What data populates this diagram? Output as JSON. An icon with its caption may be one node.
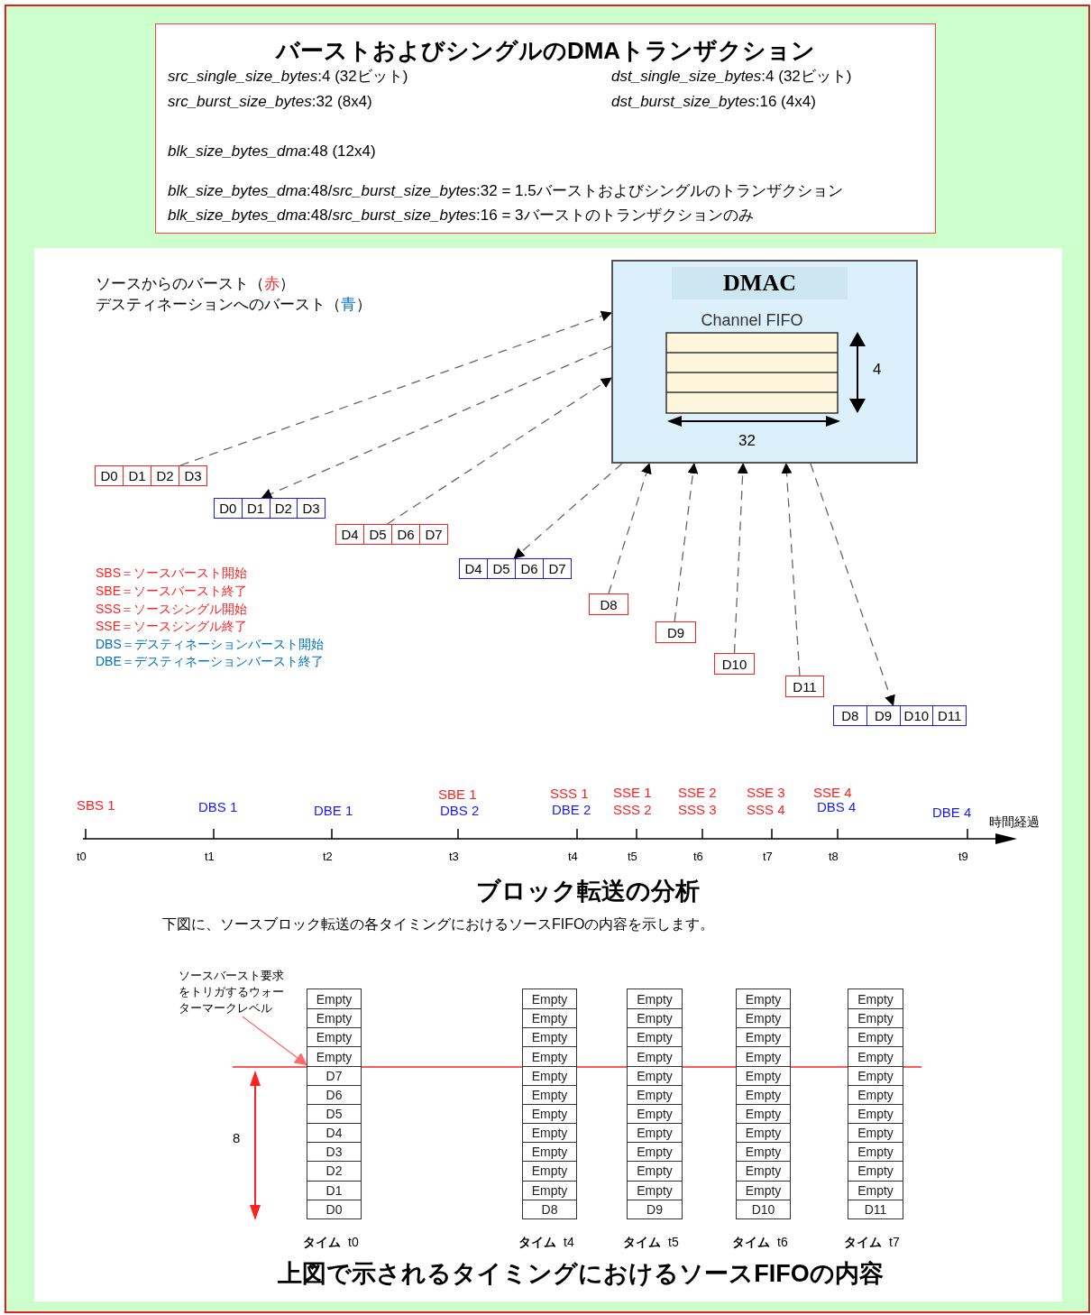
{
  "diagram": {
    "caption": "上図で示されるタイミングにおけるソースFIFOの内容",
    "nodes": [
      {
        "text": [
          "バーストおよびシングルのDMAトランザクション",
          "*src_single_size_bytes*:4 (32ビット)",
          "*dst_single_size_bytes*:4 (32ビット)",
          "*src_burst_size_bytes*:32 (8x4)",
          "*dst_burst_size_bytes*:16 (4x4)",
          "*blk_size_bytes_dma*:48 (12x4)",
          "*blk_size_bytes_dma*:48/*src_burst_size_bytes*:32 = 1.5バーストおよびシングルのトランザクション",
          "*blk_size_bytes_dma*:48/*src_burst_size_bytes*:16 = 3バーストのトランザクションのみ"
        ]
      },
      {
        "text": [
          "DMAC",
          "Channel FIFO"
        ]
      },
      {
        "text": [
          "D0",
          "D1",
          "D2",
          "D3"
        ]
      },
      {
        "text": [
          "D0",
          "D1",
          "D2",
          "D3"
        ]
      },
      {
        "text": [
          "D4",
          "D5",
          "D6",
          "D7"
        ]
      },
      {
        "text": [
          "D4",
          "D5",
          "D6",
          "D7"
        ]
      },
      {
        "text": [
          "D8"
        ]
      },
      {
        "text": [
          "D9"
        ]
      },
      {
        "text": [
          "D10"
        ]
      },
      {
        "text": [
          "D11"
        ]
      },
      {
        "text": [
          "D8",
          "D9",
          "D10",
          "D11"
        ]
      },
      {
        "text": [
          "Empty",
          "Empty",
          "Empty",
          "Empty",
          "D7",
          "D6",
          "D5",
          "D4",
          "D3",
          "D2",
          "D1",
          "D0"
        ],
        "beside": [
          "タイム",
          "t0"
        ]
      },
      {
        "text": [
          "Empty",
          "Empty",
          "Empty",
          "Empty",
          "Empty",
          "Empty",
          "Empty",
          "Empty",
          "Empty",
          "Empty",
          "Empty",
          "D8"
        ],
        "beside": [
          "タイム",
          "t4"
        ]
      },
      {
        "text": [
          "Empty",
          "Empty",
          "Empty",
          "Empty",
          "Empty",
          "Empty",
          "Empty",
          "Empty",
          "Empty",
          "Empty",
          "Empty",
          "D9"
        ],
        "beside": [
          "タイム",
          "t5"
        ]
      },
      {
        "text": [
          "Empty",
          "Empty",
          "Empty",
          "Empty",
          "Empty",
          "Empty",
          "Empty",
          "Empty",
          "Empty",
          "Empty",
          "Empty",
          "D10"
        ],
        "beside": [
          "タイム",
          "t6"
        ]
      },
      {
        "text": [
          "Empty",
          "Empty",
          "Empty",
          "Empty",
          "Empty",
          "Empty",
          "Empty",
          "Empty",
          "Empty",
          "Empty",
          "Empty",
          "D11"
        ],
        "beside": [
          "タイム",
          "t7"
        ]
      },
      {
        "text": [
          "ソースバースト要求をトリガするウォーターマークレベル"
        ]
      }
    ],
    "edges": [
      {
        "from": 2,
        "to": 1,
        "arrow": "to",
        "style": "dashed"
      },
      {
        "from": 1,
        "to": 3,
        "arrow": "to",
        "style": "dashed"
      },
      {
        "from": 4,
        "to": 1,
        "arrow": "to",
        "style": "dashed"
      },
      {
        "from": 1,
        "to": 5,
        "arrow": "to",
        "style": "dashed"
      },
      {
        "from": 6,
        "to": 1,
        "arrow": "to",
        "style": "dashed"
      },
      {
        "from": 7,
        "to": 1,
        "arrow": "to",
        "style": "dashed"
      },
      {
        "from": 8,
        "to": 1,
        "arrow": "to",
        "style": "dashed"
      },
      {
        "from": 9,
        "to": 1,
        "arrow": "to",
        "style": "dashed"
      },
      {
        "from": 1,
        "to": 10,
        "arrow": "to",
        "style": "dashed"
      },
      {
        "from": 16,
        "to": 11,
        "arrow": "to",
        "color": "#ff6a6a"
      }
    ],
    "labels": [
      "ソースからのバースト（赤）",
      "デスティネーションへのバースト（青）",
      "4",
      "32",
      "SBS＝ソースバースト開始",
      "SBE＝ソースバースト終了",
      "SSS＝ソースシングル開始",
      "SSE＝ソースシングル終了",
      "DBS＝デスティネーションバースト開始",
      "DBE＝デスティネーションバースト終了",
      "SBS 1",
      "DBS 1",
      "DBE 1",
      "SBE 1",
      "DBS 2",
      "SSS 1",
      "DBE 2",
      "SSE 1",
      "SSS 2",
      "SSE 2",
      "SSS 3",
      "SSE 3",
      "SSS 4",
      "SSE 4",
      "DBS 4",
      "DBE 4",
      "時間経過",
      "t0",
      "t1",
      "t2",
      "t3",
      "t4",
      "t5",
      "t6",
      "t7",
      "t8",
      "t9",
      "ブロック転送の分析",
      "下図に、ソースブロック転送の各タイミングにおけるソースFIFOの内容を示します。",
      "8"
    ]
  }
}
